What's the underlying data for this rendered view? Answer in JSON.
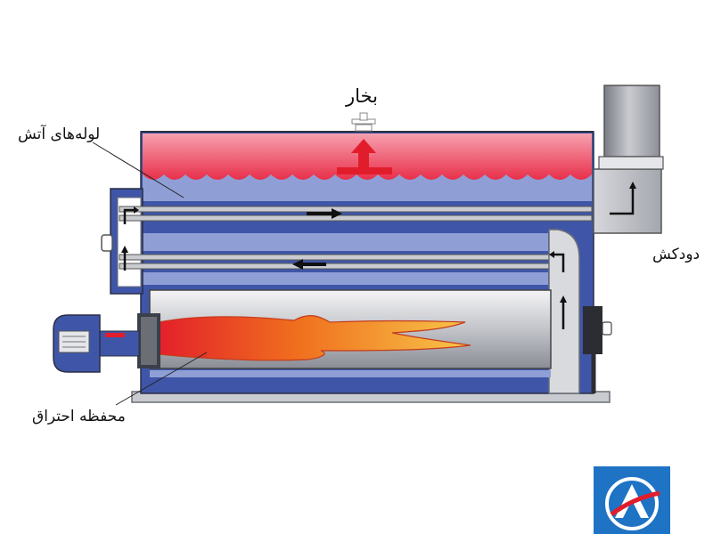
{
  "labels": {
    "steam": "بخار",
    "fire_tubes": "لوله‌های آتش",
    "chimney": "دودکش",
    "combustion_chamber": "محفظه احتراق"
  },
  "colors": {
    "shell_blue": "#3f56a8",
    "water_light": "#8f9fd6",
    "steam_red": "#e8304a",
    "tube_grey": "#c9cbd1",
    "flame_orange": "#f28a1c",
    "logo_blue": "#1f73c4"
  },
  "icons": {
    "flow_arrows": "arrow-icon",
    "burner": "burner-fan-icon",
    "steam_valve": "valve-icon",
    "logo": "brand-logo-icon"
  }
}
